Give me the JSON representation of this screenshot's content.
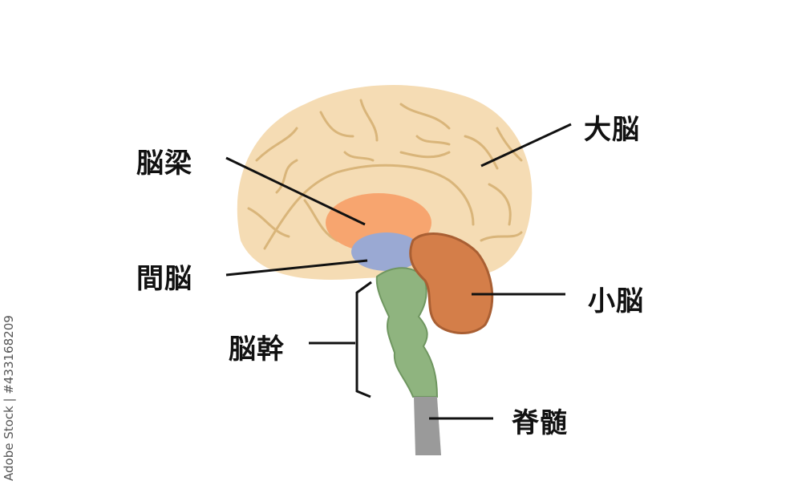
{
  "labels": {
    "cerebrum": "大脳",
    "corpus_callosum": "脳梁",
    "diencephalon": "間脳",
    "cerebellum": "小脳",
    "brainstem": "脳幹",
    "spinal_cord": "脊髄"
  },
  "watermark": "Adobe Stock | #433168209",
  "colors": {
    "cerebrum": "#f5dcb4",
    "sulci": "#d9b57a",
    "corpus_callosum": "#f7a56f",
    "diencephalon": "#9aa9d3",
    "cerebellum": "#d47e49",
    "brainstem": "#8fb47f",
    "spinal_cord": "#9a9a9a"
  }
}
